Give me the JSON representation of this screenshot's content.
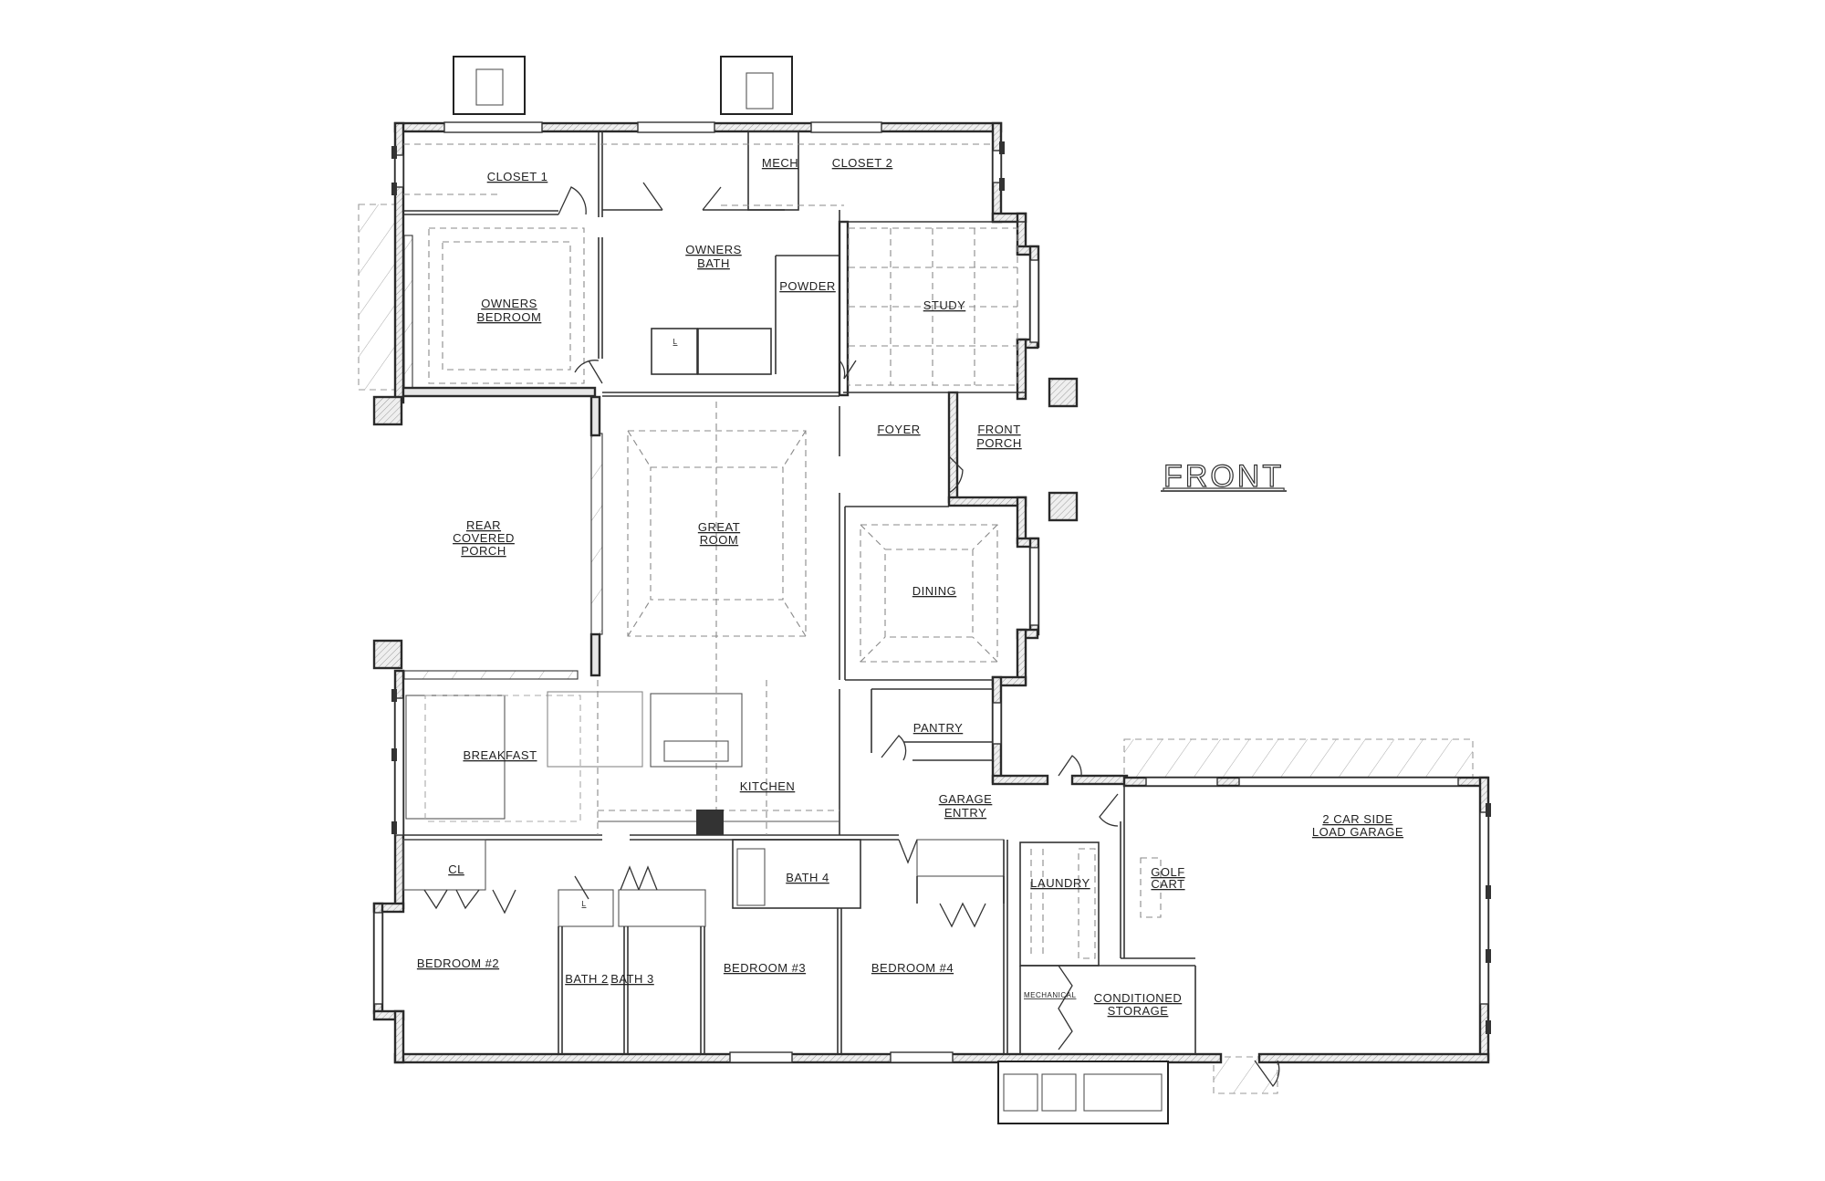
{
  "drawing": {
    "type": "architectural floor plan",
    "orientation_label": "FRONT",
    "colors": {
      "ink": "#2a2a2a",
      "wall_fill": "#e6e6e6",
      "dash": "#8a8a8a",
      "background": "#ffffff"
    }
  },
  "rooms": {
    "closet_1": "CLOSET 1",
    "mech": "MECH",
    "closet_2": "CLOSET 2",
    "owners_bath_1": "OWNERS",
    "owners_bath_2": "BATH",
    "powder": "POWDER",
    "study": "STUDY",
    "owners_bedroom_1": "OWNERS",
    "owners_bedroom_2": "BEDROOM",
    "linen": "L",
    "foyer": "FOYER",
    "front_porch_1": "FRONT",
    "front_porch_2": "PORCH",
    "rear_porch_1": "REAR",
    "rear_porch_2": "COVERED",
    "rear_porch_3": "PORCH",
    "great_room_1": "GREAT",
    "great_room_2": "ROOM",
    "dining": "DINING",
    "pantry": "PANTRY",
    "breakfast": "BREAKFAST",
    "kitchen": "KITCHEN",
    "garage_entry_1": "GARAGE",
    "garage_entry_2": "ENTRY",
    "garage_1": "2 CAR SIDE",
    "garage_2": "LOAD GARAGE",
    "golf_cart_1": "GOLF",
    "golf_cart_2": "CART",
    "cl": "CL",
    "linen_2": "L",
    "bath_4": "BATH 4",
    "laundry": "LAUNDRY",
    "bedroom_2": "BEDROOM #2",
    "bath_2": "BATH 2",
    "bath_3": "BATH 3",
    "bedroom_3": "BEDROOM #3",
    "bedroom_4": "BEDROOM #4",
    "mechanical": "MECHANICAL",
    "conditioned_storage_1": "CONDITIONED",
    "conditioned_storage_2": "STORAGE"
  }
}
